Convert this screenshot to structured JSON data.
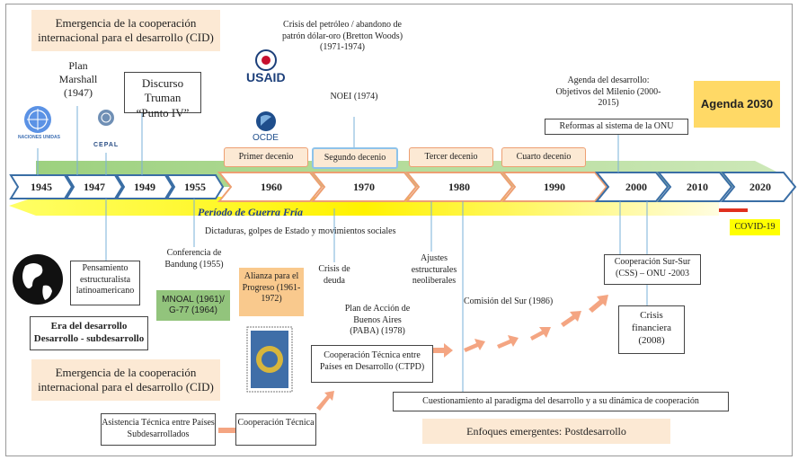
{
  "top_cid": "Emergencia de la cooperación internacional para el desarrollo (CID)",
  "bottom_cid": "Emergencia de la cooperación internacional para el desarrollo (CID)",
  "plan_marshall": "Plan Marshall (1947)",
  "discurso_truman_1": "Discurso Truman",
  "discurso_truman_2": "“Punto IV”",
  "usaid": "USAID",
  "ocde": "OCDE",
  "crisis_petroleo": "Crisis del petróleo / abandono de patrón dólar-oro (Bretton Woods) (1971-1974)",
  "noei": "NOEI (1974)",
  "agenda_desarrollo": "Agenda del desarrollo: Objetivos del Milenio (2000-2015)",
  "reformas_onu": "Reformas al sistema de la ONU",
  "agenda_2030": "Agenda 2030",
  "decades": {
    "d1": "Primer decenio",
    "d2": "Segundo decenio",
    "d3": "Tercer decenio",
    "d4": "Cuarto decenio"
  },
  "years": [
    "1945",
    "1947",
    "1949",
    "1955",
    "1960",
    "1970",
    "1980",
    "1990",
    "2000",
    "2010",
    "2020"
  ],
  "guerra_fria": "Período de Guerra Fría",
  "dictaduras": "Dictaduras, golpes de Estado y movimientos sociales",
  "covid": "COVID-19",
  "pensamiento": "Pensamiento estructuralista latinoamericano",
  "era_1": "Era del desarrollo",
  "era_2": "Desarrollo - subdesarrollo",
  "bandung": "Conferencia de Bandung (1955)",
  "mnoal": "MNOAL (1961)/ G-77 (1964)",
  "alianza": "Alianza para el Progreso (1961-1972)",
  "crisis_deuda": "Crisis de deuda",
  "ajustes": "Ajustes estructurales neoliberales",
  "comision_sur": "Comisión del Sur (1986)",
  "css": "Cooperación Sur-Sur (CSS) – ONU -2003",
  "crisis_financiera": "Crisis financiera (2008)",
  "paba": "Plan de Acción de Buenos Aires (PABA) (1978)",
  "ctpd": "Cooperación Técnica entre Países en Desarrollo (CTPD)",
  "cuestionamiento": "Cuestionamiento al paradigma del desarrollo y a su dinámica de cooperación",
  "enfoques": "Enfoques emergentes: Postdesarrollo",
  "asistencia": "Asistencia Técnica entre Países Subdesarrollados",
  "coop_tecnica": "Cooperación Técnica",
  "cepal": "CEPAL",
  "naciones_unidas": "NACIONES UNIDAS"
}
